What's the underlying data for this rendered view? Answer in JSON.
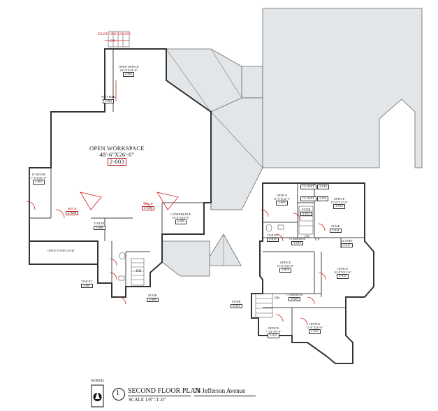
{
  "exit_label": "EXIST. FIRE ESCAPE",
  "rooms": {
    "open_office": {
      "name": "OPEN OFFICE",
      "size": "20'-0\"X19'-6\"",
      "num": "2-001"
    },
    "wet_bar": {
      "name": "WET BAR",
      "num": "2-002"
    },
    "workspace": {
      "name": "OPEN WORKSPACE",
      "size": "48'-6\"X26'-0\"",
      "num": "2-003"
    },
    "it_room": {
      "name": "IT ROOM",
      "size": "7'-6\"X16'-5\"",
      "num": "2-004"
    },
    "mech1": {
      "name": "MECH",
      "num": "2-02M"
    },
    "mech2": {
      "name": "MECH",
      "num": "2-03M"
    },
    "conference": {
      "name": "CONFERENCE",
      "size": "16'-0\"X16'-8\"",
      "num": "2-005"
    },
    "toilet1": {
      "name": "TOILET",
      "num": "2-006"
    },
    "open_below": {
      "name": "OPEN TO BELLOW"
    },
    "toilet2": {
      "name": "TOILET",
      "num": "2-007"
    },
    "stair_left": {
      "name": "STAIR",
      "num": "2-008"
    },
    "office1": {
      "name": "OFFICE",
      "size": "11'-0\"X12'-5\"",
      "num": "2-009"
    },
    "closet1": {
      "name": "CLOSET",
      "num": "2-010"
    },
    "closet2": {
      "name": "CLOSET",
      "num": "2-011"
    },
    "office2": {
      "name": "OFFICE",
      "size": "15'-0\"X12'-0\"",
      "num": "2-012"
    },
    "stair1": {
      "name": "STAIR",
      "num": "2-013"
    },
    "stair2": {
      "name": "STAIR",
      "num": "2-014"
    },
    "toilet3": {
      "name": "TOILET",
      "num": "2-015"
    },
    "corridor1": {
      "name": "CORRIDOR",
      "num": "2-016"
    },
    "closet3": {
      "name": "CLOSET",
      "num": "2-017"
    },
    "office3": {
      "name": "OFFICE",
      "size": "13'-0\"X12'-0\"",
      "num": "2-018"
    },
    "office4": {
      "name": "OFFICE",
      "size": "16'-8\"X12'-6\"",
      "num": "2-019"
    },
    "stair_lower": {
      "name": "STAIR",
      "num": "2-021"
    },
    "corridor2": {
      "name": "CORRIDOR",
      "num": "2-020"
    },
    "office5": {
      "name": "OFFICE",
      "size": "7'-10\"X9'-6\"",
      "num": "2-022"
    },
    "office6": {
      "name": "OFFICE",
      "size": "17'-0\"X20'-6\"",
      "num": "2-023"
    }
  },
  "dn": [
    "DN",
    "DN",
    "UP",
    "DN",
    "DN"
  ],
  "title_block": {
    "north": "NORTH",
    "sheet": "1",
    "title": "SECOND FLOOR PLAN",
    "scale": "SCALE 1/8\"=1'-0\"",
    "address": "78 Jefferson Avenue"
  }
}
